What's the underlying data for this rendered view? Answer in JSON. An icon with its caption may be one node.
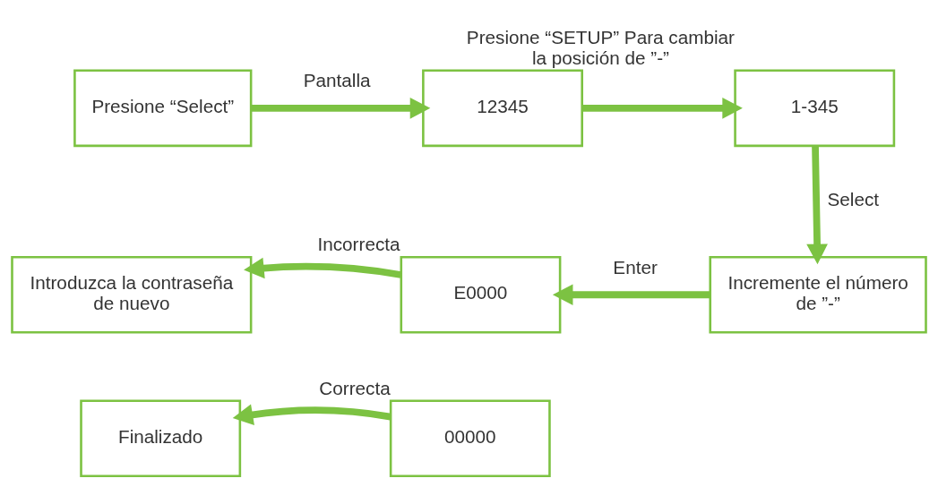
{
  "diagram": {
    "nodes": [
      {
        "text": [
          "Presione “Select”"
        ]
      },
      {
        "text": [
          "12345"
        ]
      },
      {
        "text": [
          "1-345"
        ],
        "beside": [
          "Presione “SETUP” Para cambiar la posición de ”-”"
        ]
      },
      {
        "text": [
          "Incremente el número de ”-”"
        ]
      },
      {
        "text": [
          "E0000"
        ],
        "beside": [
          "Incorrecta"
        ]
      },
      {
        "text": [
          "Introduzca la contraseña de nuevo"
        ]
      },
      {
        "text": [
          "00000"
        ],
        "beside": [
          "Correcta"
        ]
      },
      {
        "text": [
          "Finalizado"
        ]
      }
    ],
    "edges": [
      {
        "from": 0,
        "to": 1,
        "arrow": "to",
        "label": "Pantalla"
      },
      {
        "from": 1,
        "to": 2,
        "arrow": "to"
      },
      {
        "from": 2,
        "to": 3,
        "arrow": "to",
        "label": "Select"
      },
      {
        "from": 3,
        "to": 4,
        "arrow": "to",
        "label": "Enter"
      },
      {
        "from": 4,
        "to": 5,
        "arrow": "to"
      },
      {
        "from": 6,
        "to": 7,
        "arrow": "to"
      }
    ]
  }
}
